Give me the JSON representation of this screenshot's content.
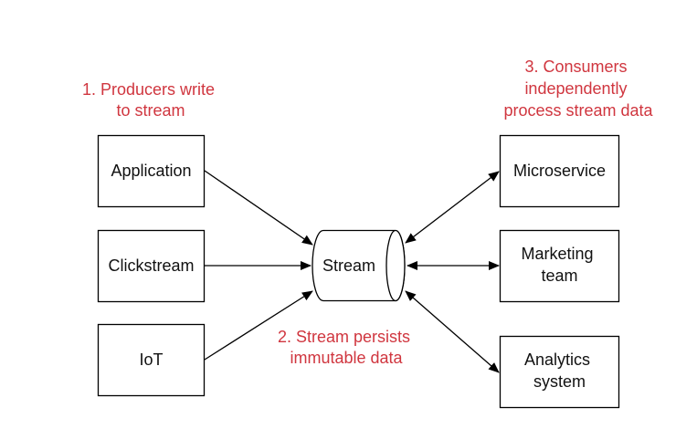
{
  "colors": {
    "annotation": "#d0363f",
    "stroke": "#000000",
    "text": "#111111",
    "background": "#ffffff"
  },
  "annotations": {
    "producers": [
      "1. Producers write",
      "to stream"
    ],
    "stream": [
      "2. Stream persists",
      "immutable data"
    ],
    "consumers": [
      "3. Consumers",
      "independently",
      "process stream data"
    ]
  },
  "producers": [
    {
      "id": "application",
      "lines": [
        "Application"
      ]
    },
    {
      "id": "clickstream",
      "lines": [
        "Clickstream"
      ]
    },
    {
      "id": "iot",
      "lines": [
        "IoT"
      ]
    }
  ],
  "stream": {
    "label": "Stream"
  },
  "consumers": [
    {
      "id": "microservice",
      "lines": [
        "Microservice"
      ]
    },
    {
      "id": "marketing-team",
      "lines": [
        "Marketing",
        "team"
      ]
    },
    {
      "id": "analytics-system",
      "lines": [
        "Analytics",
        "system"
      ]
    }
  ],
  "edges": [
    {
      "from": "application",
      "to": "stream",
      "direction": "forward"
    },
    {
      "from": "clickstream",
      "to": "stream",
      "direction": "forward"
    },
    {
      "from": "iot",
      "to": "stream",
      "direction": "forward"
    },
    {
      "from": "stream",
      "to": "microservice",
      "direction": "both"
    },
    {
      "from": "stream",
      "to": "marketing-team",
      "direction": "both"
    },
    {
      "from": "stream",
      "to": "analytics-system",
      "direction": "both"
    }
  ]
}
